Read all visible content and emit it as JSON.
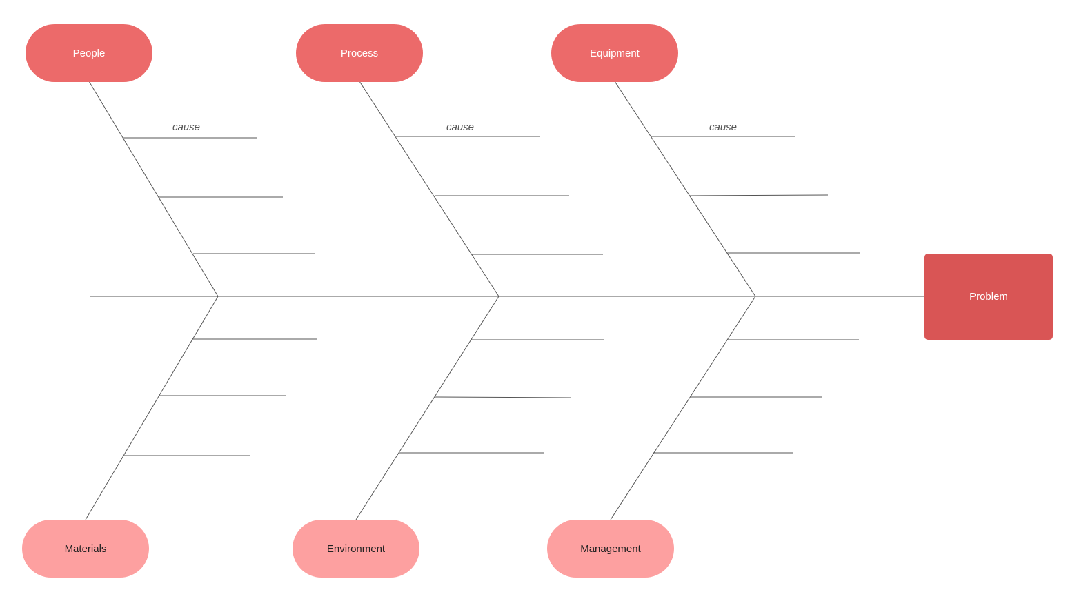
{
  "colors": {
    "top_category": "#ec6a6a",
    "bottom_category": "#fda0a0",
    "problem": "#d95555",
    "line": "#555555"
  },
  "problem": {
    "label": "Problem"
  },
  "categories_top": [
    {
      "label": "People"
    },
    {
      "label": "Process"
    },
    {
      "label": "Equipment"
    }
  ],
  "categories_bottom": [
    {
      "label": "Materials"
    },
    {
      "label": "Environment"
    },
    {
      "label": "Management"
    }
  ],
  "cause_labels": [
    "cause",
    "cause",
    "cause"
  ]
}
